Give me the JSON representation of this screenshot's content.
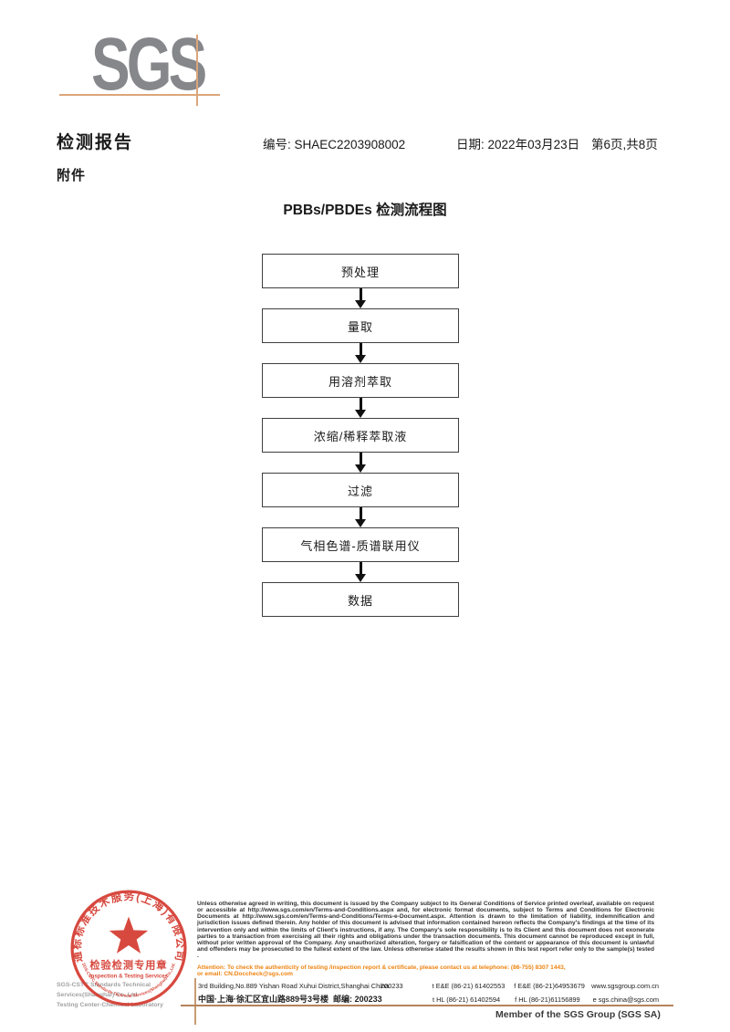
{
  "logo": {
    "text": "SGS"
  },
  "header": {
    "report_title": "检测报告",
    "no_label": "编号:",
    "no_value": "SHAEC2203908002",
    "date_label": "日期:",
    "date_value": "2022年03月23日",
    "page_info": "第6页,共8页",
    "attachment": "附件"
  },
  "flowchart": {
    "title": "PBBs/PBDEs 检测流程图",
    "steps": [
      "预处理",
      "量取",
      "用溶剂萃取",
      "浓缩/稀释萃取液",
      "过滤",
      "气相色谱-质谱联用仪",
      "数据"
    ]
  },
  "stamp": {
    "ring_text_cn": "通标标准技术服务(上海)有限公司",
    "ring_text_en": "SGS-CSTC Standards Technical Services(Shanghai) Co.,Ltd.",
    "center_label_cn": "检验检测专用章",
    "center_label_en": "Inspection & Testing Services",
    "color": "#d43a2f"
  },
  "footer": {
    "company_line1": "SGS-CSTC Standards Technical Services(Shanghai) Co.,Ltd.",
    "company_line2": "Testing Center-Chemical Laboratory",
    "legal_text": "Unless otherwise agreed in writing, this document is issued by the Company subject to its General Conditions of Service printed overleaf, available on request or accessible at http://www.sgs.com/en/Terms-and-Conditions.aspx and, for electronic format documents, subject to Terms and Conditions for Electronic Documents at http://www.sgs.com/en/Terms-and-Conditions/Terms-e-Document.aspx. Attention is drawn to the limitation of liability, indemnification and jurisdiction issues defined therein. Any holder of this document is advised that information contained hereon reflects the Company's findings at the time of its intervention only and within the limits of Client's instructions, if any. The Company's sole responsibility is to its Client and this document does not exonerate parties to a transaction from exercising all their rights and obligations under the transaction documents. This document cannot be reproduced except in full, without prior written approval of the Company. Any unauthorized alteration, forgery or falsification of the content or appearance of this document is unlawful and offenders may be prosecuted to the fullest extent of the law. Unless otherwise stated the results shown in this test report refer only to the sample(s) tested .",
    "attention_line1": "Attention: To check the authenticity of testing /inspection report & certificate, please contact us at telephone: (86-755) 8307 1443,",
    "attention_line2": "or email: CN.Doccheck@sgs.com",
    "address_en": "3rd Building,No.889 Yishan Road Xuhui District,Shanghai China",
    "postcode_en": "200233",
    "tel_row1": "t E&E (86-21) 61402553",
    "fax_row1": "f E&E (86-21)64953679",
    "web": "www.sgsgroup.com.cn",
    "address_cn": "中国·上海·徐汇区宜山路889号3号楼",
    "postcode_label_cn": "邮编:",
    "postcode_cn": "200233",
    "tel_row2": "t HL (86-21) 61402594",
    "fax_row2": "f HL (86-21)61156899",
    "email": "e sgs.china@sgs.com",
    "member_text": "Member of the SGS Group (SGS SA)"
  }
}
